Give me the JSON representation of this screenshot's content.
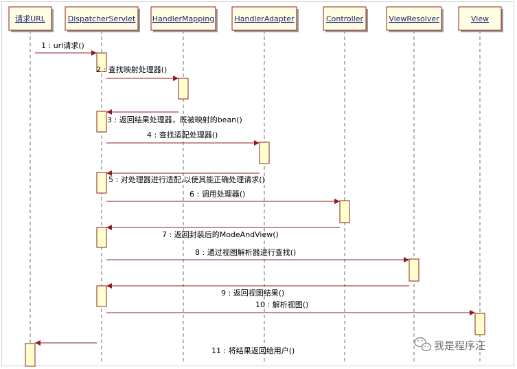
{
  "colors": {
    "participant_fill": "#fefee2",
    "participant_stroke": "#8f1c22",
    "participant_text": "#20207a",
    "lifeline": "#6e6e6e",
    "activation_fill": "#ffffcc",
    "activation_stroke": "#8f1c22",
    "message_line": "#8f1c22",
    "message_text": "#000000"
  },
  "participants": [
    {
      "id": "p0",
      "label": "请求URL"
    },
    {
      "id": "p1",
      "label": "DispatcherServlet"
    },
    {
      "id": "p2",
      "label": "HandlerMapping"
    },
    {
      "id": "p3",
      "label": "HandlerAdapter"
    },
    {
      "id": "p4",
      "label": "Controller"
    },
    {
      "id": "p5",
      "label": "ViewResolver"
    },
    {
      "id": "p6",
      "label": "View"
    }
  ],
  "messages": [
    {
      "label": "1 : url请求()",
      "from": "p0",
      "to": "p1",
      "type": "call"
    },
    {
      "label": "2 : 查找映射处理器()",
      "from": "p1",
      "to": "p2",
      "type": "call"
    },
    {
      "label": "3 : 返回结果处理器，既被映射的bean()",
      "from": "p2",
      "to": "p1",
      "type": "return"
    },
    {
      "label": "4 : 查找适配处理器()",
      "from": "p1",
      "to": "p3",
      "type": "call"
    },
    {
      "label": "5 : 对处理器进行适配,以使其能正确处理请求()",
      "from": "p3",
      "to": "p1",
      "type": "return"
    },
    {
      "label": "6 : 调用处理器()",
      "from": "p1",
      "to": "p4",
      "type": "call"
    },
    {
      "label": "7 : 返回封装后的ModeAndView()",
      "from": "p4",
      "to": "p1",
      "type": "return"
    },
    {
      "label": "8 : 通过视图解析器进行查找()",
      "from": "p1",
      "to": "p5",
      "type": "call"
    },
    {
      "label": "9 : 返回视图结果()",
      "from": "p5",
      "to": "p1",
      "type": "return"
    },
    {
      "label": "10 : 解析视图()",
      "from": "p1",
      "to": "p6",
      "type": "call"
    },
    {
      "label": "11 : 将结果返回给用户()",
      "from": "p1",
      "to": "p0",
      "type": "return"
    }
  ],
  "watermark": {
    "text": "我是程序汪",
    "icon": "wechat-icon"
  }
}
